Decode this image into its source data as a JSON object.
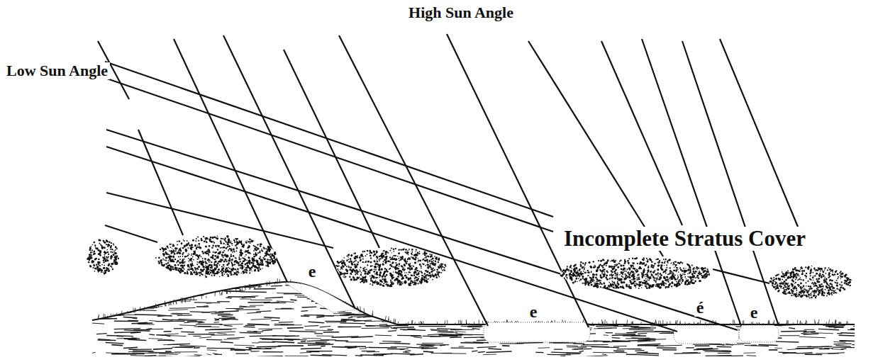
{
  "diagram": {
    "labels": [
      "High Sun Angle",
      "Low Sun Angle",
      "Incomplete Stratus Cover",
      "e",
      "e",
      "é",
      "e"
    ]
  }
}
